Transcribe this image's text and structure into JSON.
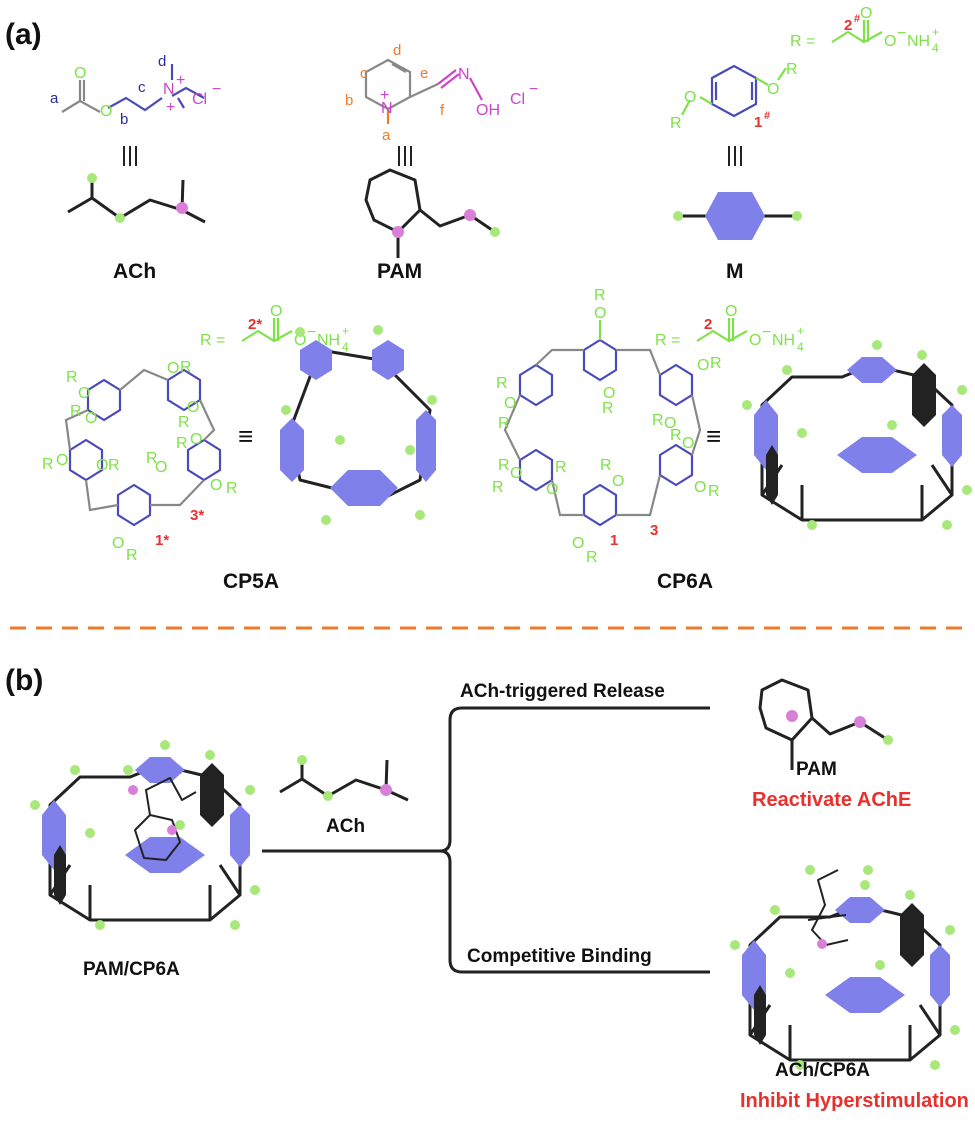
{
  "panel_a": "(a)",
  "panel_b": "(b)",
  "ach": {
    "name": "ACh",
    "atom_labels": [
      "a",
      "b",
      "c",
      "d"
    ],
    "O": "O",
    "N": "N",
    "plus": "+",
    "counterion": "Cl",
    "minus": "−"
  },
  "pam": {
    "name": "PAM",
    "atom_labels": [
      "a",
      "b",
      "c",
      "d",
      "e",
      "f"
    ],
    "N": "N",
    "plus": "+",
    "oxime": "N",
    "OH": "OH",
    "counterion": "Cl",
    "minus": "−"
  },
  "m": {
    "name": "M",
    "R": "R",
    "O": "O",
    "pos_label": "1",
    "pos_sup": "#"
  },
  "r_def_m": {
    "prefix": "R =",
    "pos": "2",
    "pos_sup": "#",
    "O": "O",
    "counter": "O",
    "minus": "−",
    "ammonium": "NH",
    "sub": "4",
    "plus": "+"
  },
  "equiv_symbol": "≡",
  "cp5a": {
    "name": "CP5A",
    "pos1": "1*",
    "pos3": "3*",
    "r_def": {
      "prefix": "R =",
      "pos": "2*",
      "O": "O",
      "counter": "O",
      "minus": "−",
      "ammonium": "NH",
      "sub": "4",
      "plus": "+"
    },
    "R": "R",
    "O": "O"
  },
  "cp6a": {
    "name": "CP6A",
    "pos1": "1",
    "pos3": "3",
    "r_def": {
      "prefix": "R =",
      "pos": "2",
      "O": "O",
      "counter": "O",
      "minus": "−",
      "ammonium": "NH",
      "sub": "4",
      "plus": "+"
    },
    "R": "R",
    "O": "O"
  },
  "scheme_b": {
    "complex": "PAM/CP6A",
    "reagent": "ACh",
    "branch_top": "ACh-triggered Release",
    "branch_bottom": "Competitive Binding",
    "product_top": "PAM",
    "product_top_effect": "Reactivate AChE",
    "product_bottom": "ACh/CP6A",
    "product_bottom_effect": "Inhibit Hyperstimulation"
  },
  "colors": {
    "accent_red": "#e8302c",
    "ring_blue": "#8080ea",
    "substituent_green": "#7fe24a",
    "cation_magenta": "#cc44cc",
    "divider_orange": "#f07a2a"
  }
}
